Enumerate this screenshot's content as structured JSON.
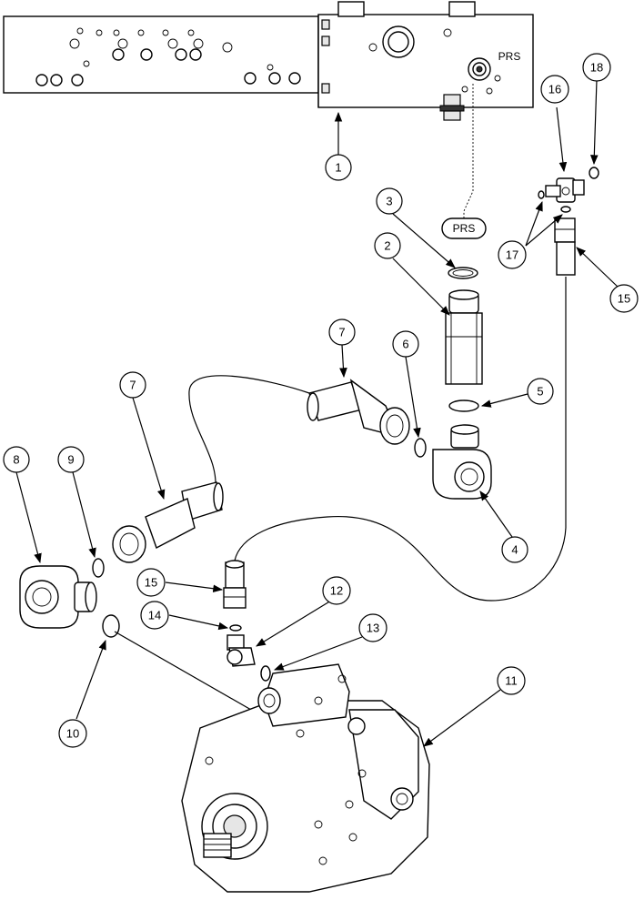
{
  "labels": {
    "prs_port": "PRS",
    "prs_tag": "PRS"
  },
  "callouts": [
    {
      "id": "c1",
      "text": "1"
    },
    {
      "id": "c2",
      "text": "2"
    },
    {
      "id": "c3",
      "text": "3"
    },
    {
      "id": "c4",
      "text": "4"
    },
    {
      "id": "c5",
      "text": "5"
    },
    {
      "id": "c6",
      "text": "6"
    },
    {
      "id": "c7a",
      "text": "7"
    },
    {
      "id": "c7b",
      "text": "7"
    },
    {
      "id": "c8",
      "text": "8"
    },
    {
      "id": "c9",
      "text": "9"
    },
    {
      "id": "c10",
      "text": "10"
    },
    {
      "id": "c11",
      "text": "11"
    },
    {
      "id": "c12",
      "text": "12"
    },
    {
      "id": "c13",
      "text": "13"
    },
    {
      "id": "c14",
      "text": "14"
    },
    {
      "id": "c15a",
      "text": "15"
    },
    {
      "id": "c15b",
      "text": "15"
    },
    {
      "id": "c16",
      "text": "16"
    },
    {
      "id": "c17",
      "text": "17"
    },
    {
      "id": "c18",
      "text": "18"
    }
  ]
}
